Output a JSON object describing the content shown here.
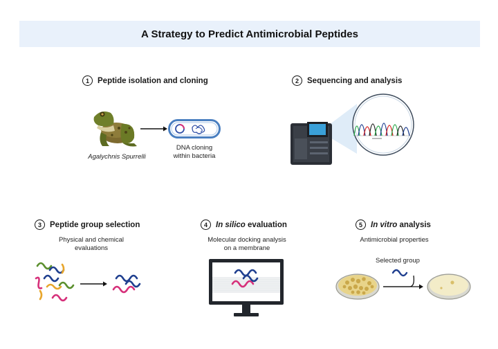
{
  "title": "A Strategy to Predict Antimicrobial Peptides",
  "steps": [
    {
      "number": "1",
      "label": "Peptide isolation and cloning"
    },
    {
      "number": "2",
      "label": "Sequencing and analysis"
    },
    {
      "number": "3",
      "label": "Peptide group selection"
    },
    {
      "number": "4",
      "label_italic": "In silico",
      "label": " evaluation"
    },
    {
      "number": "5",
      "label_italic": "In vitro",
      "label": " analysis"
    }
  ],
  "captions": {
    "frog": "Agalychnis Spurrelli",
    "cloning_1": "DNA cloning",
    "cloning_2": "within bacteria",
    "physchem_1": "Physical and chemical",
    "physchem_2": "evaluations",
    "docking_1": "Molecular docking analysis",
    "docking_2": "on a membrane",
    "antimicrobial": "Antimicrobial properties",
    "selected_group": "Selected group"
  },
  "colors": {
    "banner": "#e9f1fb",
    "peptide_blue": "#1f3f8f",
    "peptide_pink": "#d6307a",
    "peptide_green": "#5b8f2e",
    "peptide_yellow": "#e8a62c",
    "bacteria_outline": "#4a7fc0"
  },
  "icons": [
    "frog-icon",
    "bacterium-plasmid-icon",
    "sequencer-icon",
    "chromatogram-icon",
    "peptides-icon",
    "monitor-icon",
    "petri-dish-icon"
  ]
}
